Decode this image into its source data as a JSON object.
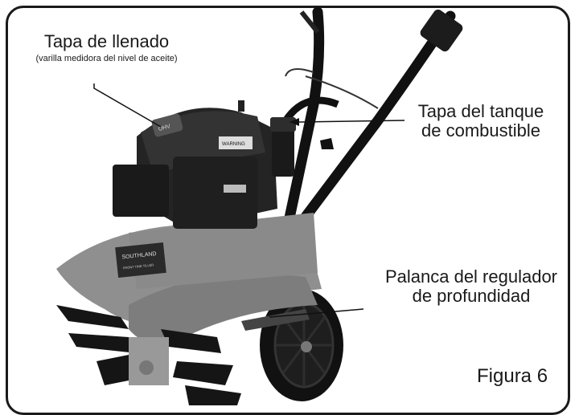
{
  "labels": {
    "fill_cap_title": "Tapa de llenado",
    "fill_cap_subtitle": "(varilla medidora del nivel de aceite)",
    "fuel_tank_cap_line1": "Tapa del tanque",
    "fuel_tank_cap_line2": "de combustible",
    "depth_lever_line1": "Palanca del regulador",
    "depth_lever_line2": "de profundidad",
    "figure_caption": "Figura 6"
  },
  "machine": {
    "brand": "SOUTHLAND",
    "model_text": "FRONT TINE TILLER",
    "warning_text": "WARNING",
    "engine_badge": "OHV"
  },
  "colors": {
    "frame": "#1a1a1a",
    "tiller_body": "#8a8a8a",
    "engine": "#2b2b2b",
    "handle": "#111111"
  }
}
